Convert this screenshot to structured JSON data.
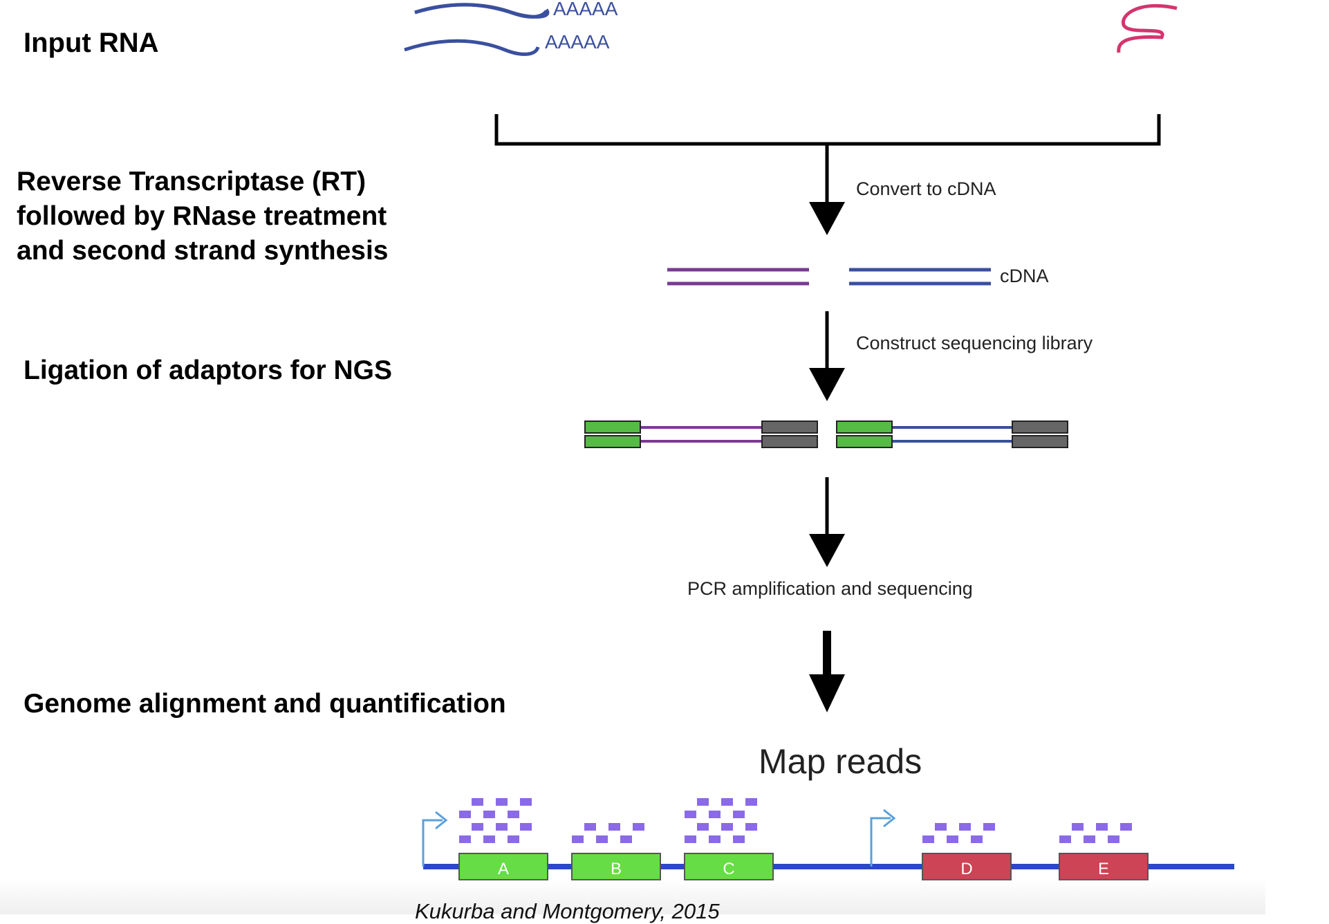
{
  "steps": {
    "input": "Input RNA",
    "rt_line1": "Reverse Transcriptase (RT)",
    "rt_line2": "followed by RNase treatment",
    "rt_line3": "and second strand synthesis",
    "ligation": "Ligation of adaptors for NGS",
    "genome": "Genome alignment and quantification"
  },
  "labels": {
    "polyA_1": "AAAAA",
    "polyA_2": "AAAAA",
    "convert": "Convert to cDNA",
    "cdna": "cDNA",
    "construct": "Construct sequencing library",
    "pcr": "PCR amplification and sequencing",
    "map_reads": "Map reads"
  },
  "exons": [
    {
      "label": "A",
      "color": "#66dd44"
    },
    {
      "label": "B",
      "color": "#66dd44"
    },
    {
      "label": "C",
      "color": "#66dd44"
    },
    {
      "label": "D",
      "color": "#cc4455"
    },
    {
      "label": "E",
      "color": "#cc4455"
    }
  ],
  "citation": "Kukurba and Montgomery, 2015",
  "colors": {
    "mrna_blue": "#3a4f9e",
    "rna_pink": "#d4356e",
    "strand_purple": "#7a3a94",
    "adaptor_green": "#55bb44",
    "adaptor_gray": "#666666",
    "read_purple": "#8a6ae6",
    "genome_line": "#2a48c8",
    "tss_arrow": "#5aa0dd"
  },
  "icons": [
    "arrow-down-icon",
    "tss-arrow-icon"
  ]
}
